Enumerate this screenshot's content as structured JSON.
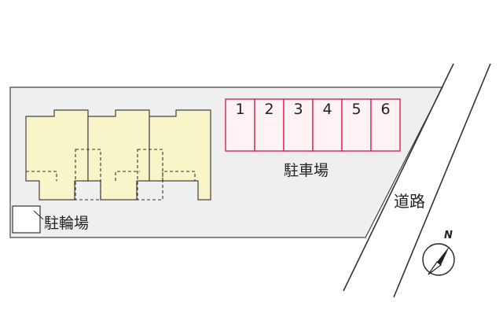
{
  "site_plan": {
    "parking": {
      "label": "駐車場",
      "stalls": [
        "1",
        "2",
        "3",
        "4",
        "5",
        "6"
      ]
    },
    "bicycle_parking": {
      "label": "駐輪場"
    },
    "road": {
      "label": "道路"
    },
    "compass": {
      "north_label": "N"
    }
  },
  "colors": {
    "lot_fill": "#efefef",
    "building_fill": "#f8f6c8",
    "stall_border": "#d9254e",
    "stall_fill": "#fdf3f5",
    "line": "#333333"
  }
}
